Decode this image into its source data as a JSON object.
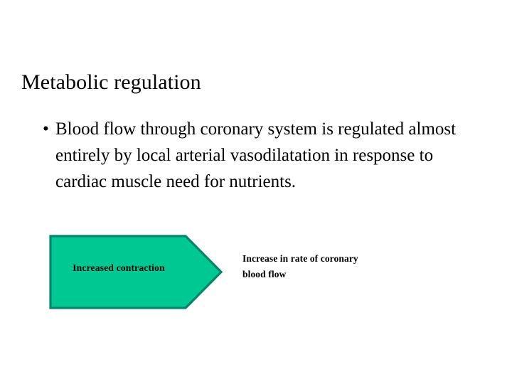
{
  "slide": {
    "title": "Metabolic regulation",
    "background_color": "#ffffff",
    "text_color": "#000000",
    "bullets": [
      {
        "marker": "•",
        "text": "Blood flow through coronary system is regulated almost entirely by local arterial vasodilatation in response to cardiac muscle need for nutrients."
      }
    ],
    "diagram": {
      "arrow": {
        "label": "Increased contraction",
        "fill_color": "#00c893",
        "border_color": "#00866a",
        "direction": "right"
      },
      "caption": {
        "line1": "Increase in rate of coronary",
        "line2": "blood flow"
      }
    }
  }
}
